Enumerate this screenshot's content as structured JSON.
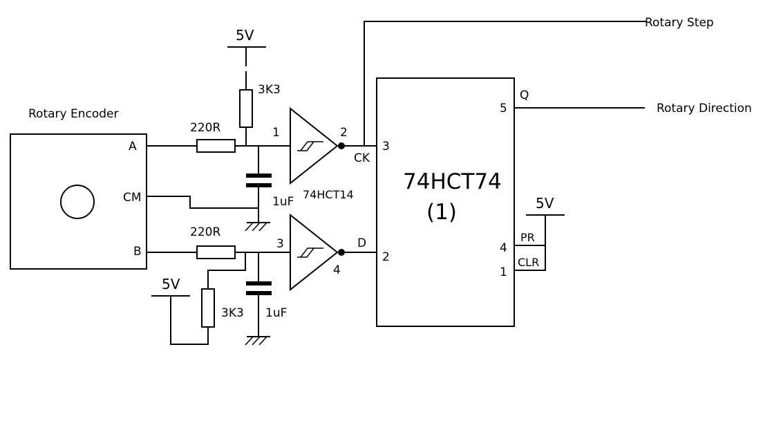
{
  "labels": {
    "rotary_step": "Rotary Step",
    "rotary_direction": "Rotary Direction",
    "rotary_encoder": "Rotary Encoder",
    "encoder_pin_a": "A",
    "encoder_pin_cm": "CM",
    "encoder_pin_b": "B",
    "vcc_top": "5V",
    "vcc_bottom_left": "5V",
    "vcc_pr": "5V",
    "pullup_a": "3K3",
    "pullup_b": "3K3",
    "series_a": "220R",
    "series_b": "220R",
    "cap_a": "1uF",
    "cap_b": "1uF",
    "inverter_part": "74HCT14",
    "inv1_in_pin": "1",
    "inv1_out_pin": "2",
    "inv2_in_pin": "3",
    "inv2_out_pin": "4",
    "ff_part": "74HCT74",
    "ff_unit": "(1)",
    "ff_pin_ck_num": "3",
    "ff_pin_ck": "CK",
    "ff_pin_d": "D",
    "ff_pin_d_num": "2",
    "ff_pin_q": "Q",
    "ff_pin_q_num": "5",
    "ff_pin_pr": "PR",
    "ff_pin_pr_num": "4",
    "ff_pin_clr": "CLR",
    "ff_pin_clr_num": "1"
  }
}
